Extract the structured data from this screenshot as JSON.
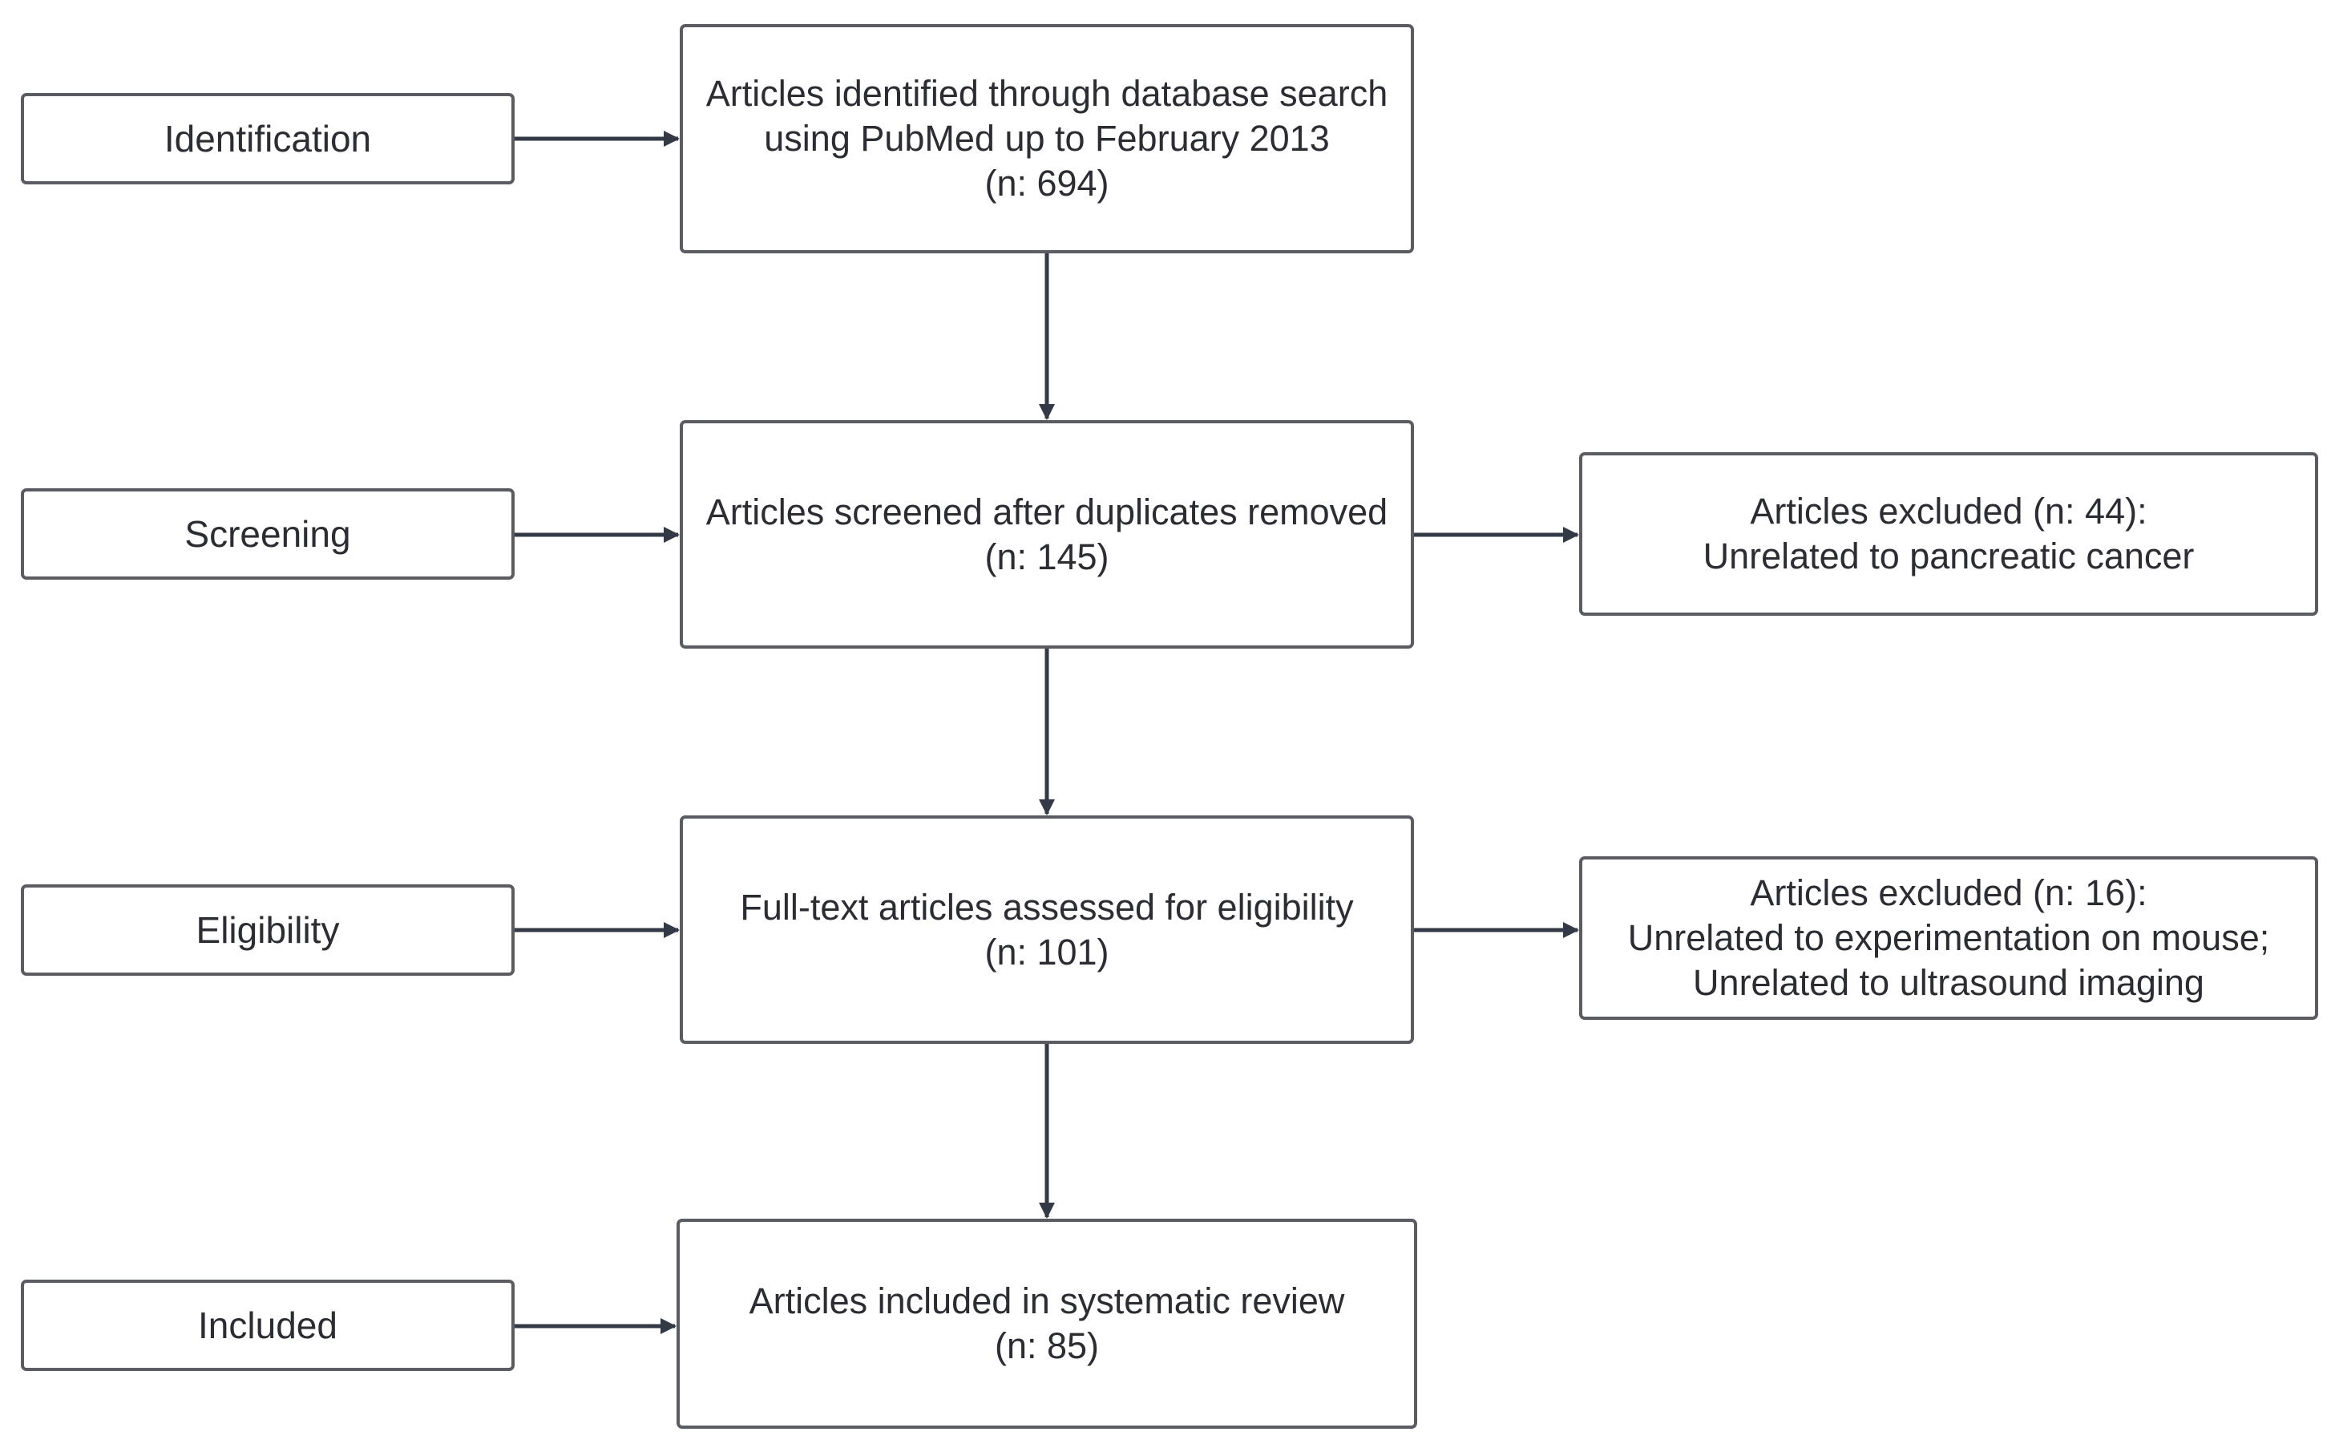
{
  "stages": {
    "identification": "Identification",
    "screening": "Screening",
    "eligibility": "Eligibility",
    "included": "Included"
  },
  "flow": {
    "identified": {
      "line1": "Articles identified through database search",
      "line2": "using PubMed up to February 2013",
      "line3": "(n: 694)"
    },
    "screened": {
      "line1": "Articles screened after duplicates removed",
      "line2": "(n: 145)"
    },
    "eligible": {
      "line1": "Full-text articles assessed for eligibility",
      "line2": "(n: 101)"
    },
    "included": {
      "line1": "Articles included in systematic review",
      "line2": "(n: 85)"
    }
  },
  "exclusions": {
    "screening": {
      "line1": "Articles excluded (n: 44):",
      "line2": "Unrelated to pancreatic cancer"
    },
    "eligibility": {
      "line1": "Articles excluded (n: 16):",
      "line2": "Unrelated to experimentation on mouse;",
      "line3": "Unrelated to ultrasound imaging"
    }
  },
  "colors": {
    "box_border": "#5a5c61",
    "arrow": "#333a46",
    "text": "#2b2d33",
    "background": "#ffffff"
  }
}
